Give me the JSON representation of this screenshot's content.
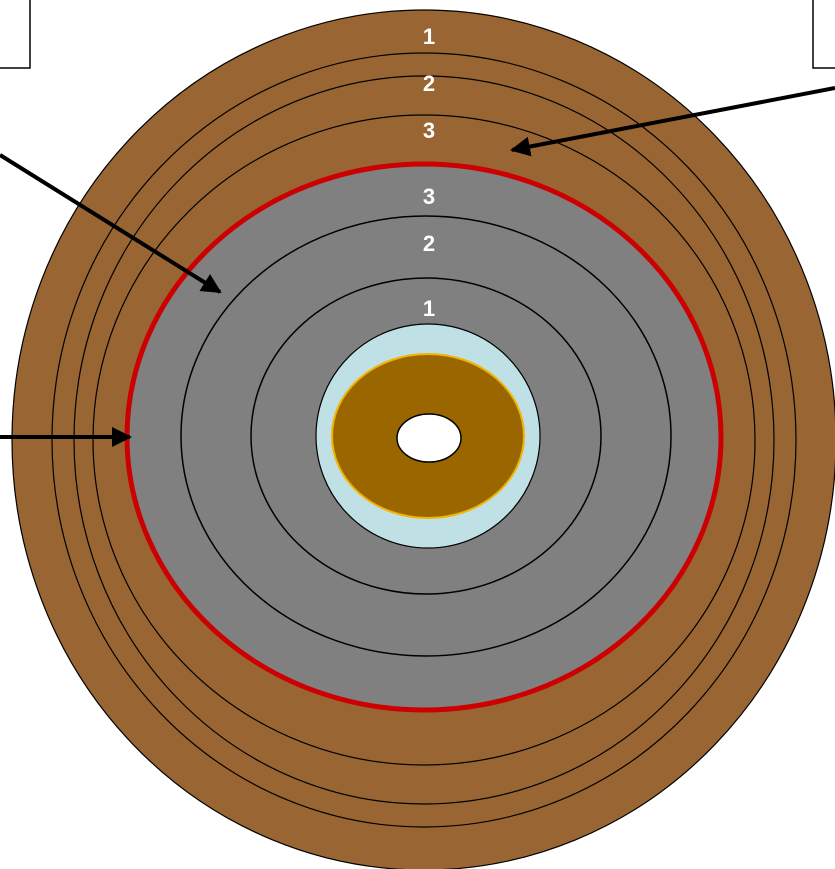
{
  "diagram": {
    "colors": {
      "outer_band": "#996633",
      "inner_band": "#808080",
      "boundary": "#cc0000",
      "inner_ring_light": "#bfe0e4",
      "core": "#996600",
      "core_outline": "#f2b400",
      "center": "#ffffff",
      "ring_line": "#000000",
      "label_text": "#ffffff"
    },
    "outer_labels": [
      "1",
      "2",
      "3"
    ],
    "inner_labels": [
      "3",
      "2",
      "1"
    ]
  }
}
